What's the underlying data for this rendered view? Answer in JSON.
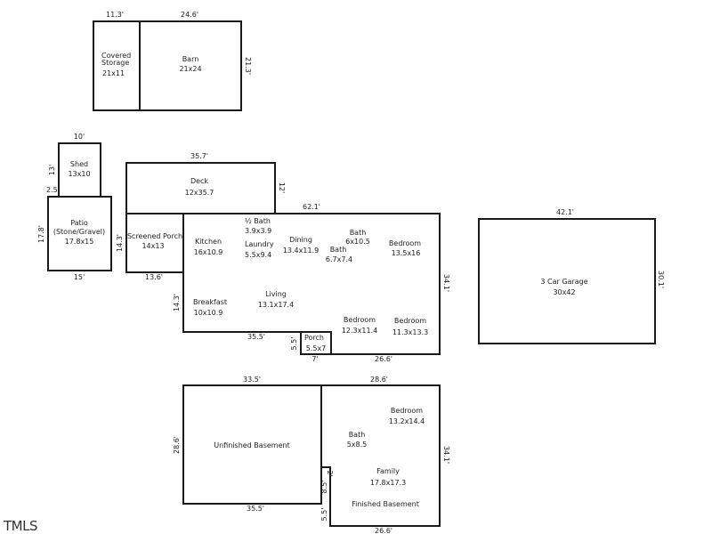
{
  "logo": "TMLS",
  "structures": {
    "covered_storage": {
      "name_line1": "Covered",
      "name_line2": "Storage",
      "size": "21x11",
      "dim_top": "11.3'"
    },
    "barn": {
      "name": "Barn",
      "size": "21x24",
      "dim_top": "24.6'",
      "dim_right": "21.3'"
    },
    "shed": {
      "name": "Shed",
      "size": "13x10",
      "dim_top": "10'",
      "dim_left": "13'",
      "dim_offset": "2.5'"
    },
    "patio": {
      "name_line1": "Patio",
      "name_line2": "(Stone/Gravel)",
      "size": "17.8x15",
      "dim_left": "17.8'",
      "dim_bottom": "15'"
    },
    "deck": {
      "name": "Deck",
      "size": "12x35.7",
      "dim_top": "35.7'",
      "dim_right": "12'"
    },
    "screened_porch": {
      "name": "Screened Porch",
      "size": "14x13",
      "dim_left": "14.3'",
      "dim_bottom": "13.6'"
    },
    "garage": {
      "name": "3 Car Garage",
      "size": "30x42",
      "dim_top": "42.1'",
      "dim_right": "30.1'"
    }
  },
  "main_floor": {
    "dims": {
      "top": "62.1'",
      "right": "34.1'",
      "left": "14.3'",
      "bottom_left": "35.5'",
      "porch_side": "5.5'",
      "porch_bottom": "7'",
      "bottom_right": "26.6'"
    },
    "rooms": [
      {
        "name": "Kitchen",
        "size": "16x10.9"
      },
      {
        "name": "½ Bath",
        "size": "3.9x3.9"
      },
      {
        "name": "Laundry",
        "size": "5.5x9.4"
      },
      {
        "name": "Dining",
        "size": "13.4x11.9"
      },
      {
        "name": "Bath",
        "size": "6x10.5"
      },
      {
        "name": "Bath",
        "size": "6.7x7.4"
      },
      {
        "name": "Bedroom",
        "size": "13.5x16"
      },
      {
        "name": "Breakfast",
        "size": "10x10.9"
      },
      {
        "name": "Living",
        "size": "13.1x17.4"
      },
      {
        "name": "Bedroom",
        "size": "12.3x11.4"
      },
      {
        "name": "Bedroom",
        "size": "11.3x13.3"
      },
      {
        "name": "Porch",
        "size": "5.5x7"
      }
    ]
  },
  "basement": {
    "unfinished": {
      "name": "Unfinished Basement",
      "dim_top": "33.5'",
      "dim_left": "28.6'",
      "dim_bottom": "35.5'"
    },
    "finished": {
      "name": "Finished Basement",
      "dims": {
        "top": "28.6'",
        "right": "34.1'",
        "step": "2'",
        "step_height": "8.5'",
        "lower": "5.5'",
        "bottom": "26.6'"
      },
      "rooms": [
        {
          "name": "Bedroom",
          "size": "13.2x14.4"
        },
        {
          "name": "Bath",
          "size": "5x8.5"
        },
        {
          "name": "Family",
          "size": "17.8x17.3"
        }
      ]
    }
  }
}
